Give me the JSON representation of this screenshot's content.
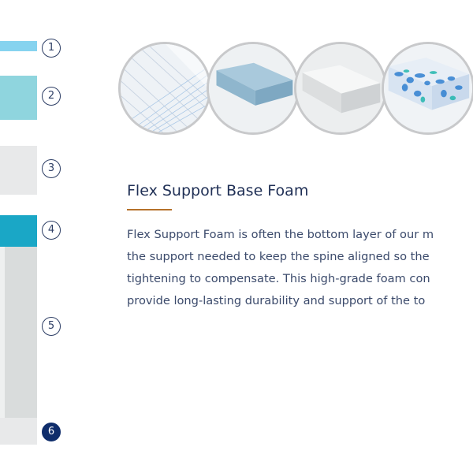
{
  "layers": {
    "numbers": [
      "1",
      "2",
      "3",
      "4",
      "5",
      "6"
    ],
    "active": "6",
    "colors": {
      "layer_1": "#86d3ef",
      "layer_2": "#8fd5de",
      "layer_3": "#e8e9ea",
      "layer_4": "#1aa7c6",
      "layer_5": "#d9dcdc",
      "layer_6": "#e8e9ea"
    }
  },
  "swatches": [
    "cover-fabric",
    "blue-foam",
    "white-foam",
    "gel-swirl-foam"
  ],
  "section": {
    "title": "Flex Support Base Foam",
    "description_lines": [
      "Flex Support Foam is often the bottom layer of our m",
      "the support needed to keep the spine aligned so the",
      "tightening to compensate. This high-grade foam con",
      "provide long-lasting durability and support of the to"
    ]
  },
  "colors": {
    "accent_rule": "#b5712a",
    "title_text": "#1f2f55",
    "active_number_bg": "#0f2d6b"
  }
}
